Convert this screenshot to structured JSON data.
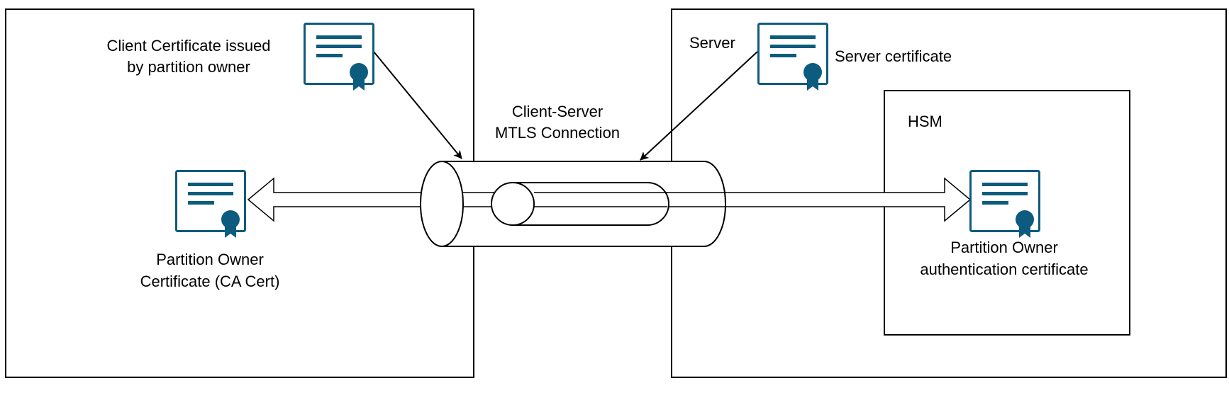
{
  "diagram": {
    "client_certificate_label": {
      "line1": "Client Certificate issued",
      "line2": "by partition owner"
    },
    "partition_owner_ca_label": {
      "line1": "Partition Owner",
      "line2": "Certificate (CA Cert)"
    },
    "connection_label": {
      "line1": "Client-Server",
      "line2": "MTLS Connection"
    },
    "server_label": "Server",
    "server_certificate_label": "Server certificate",
    "hsm_label": "HSM",
    "partition_owner_auth_label": {
      "line1": "Partition Owner",
      "line2": "authentication certificate"
    }
  },
  "colors": {
    "certificate_icon": "#0d5b7e",
    "lines": "#000000",
    "background": "#ffffff"
  },
  "icons": {
    "certificate": "certificate-icon"
  }
}
